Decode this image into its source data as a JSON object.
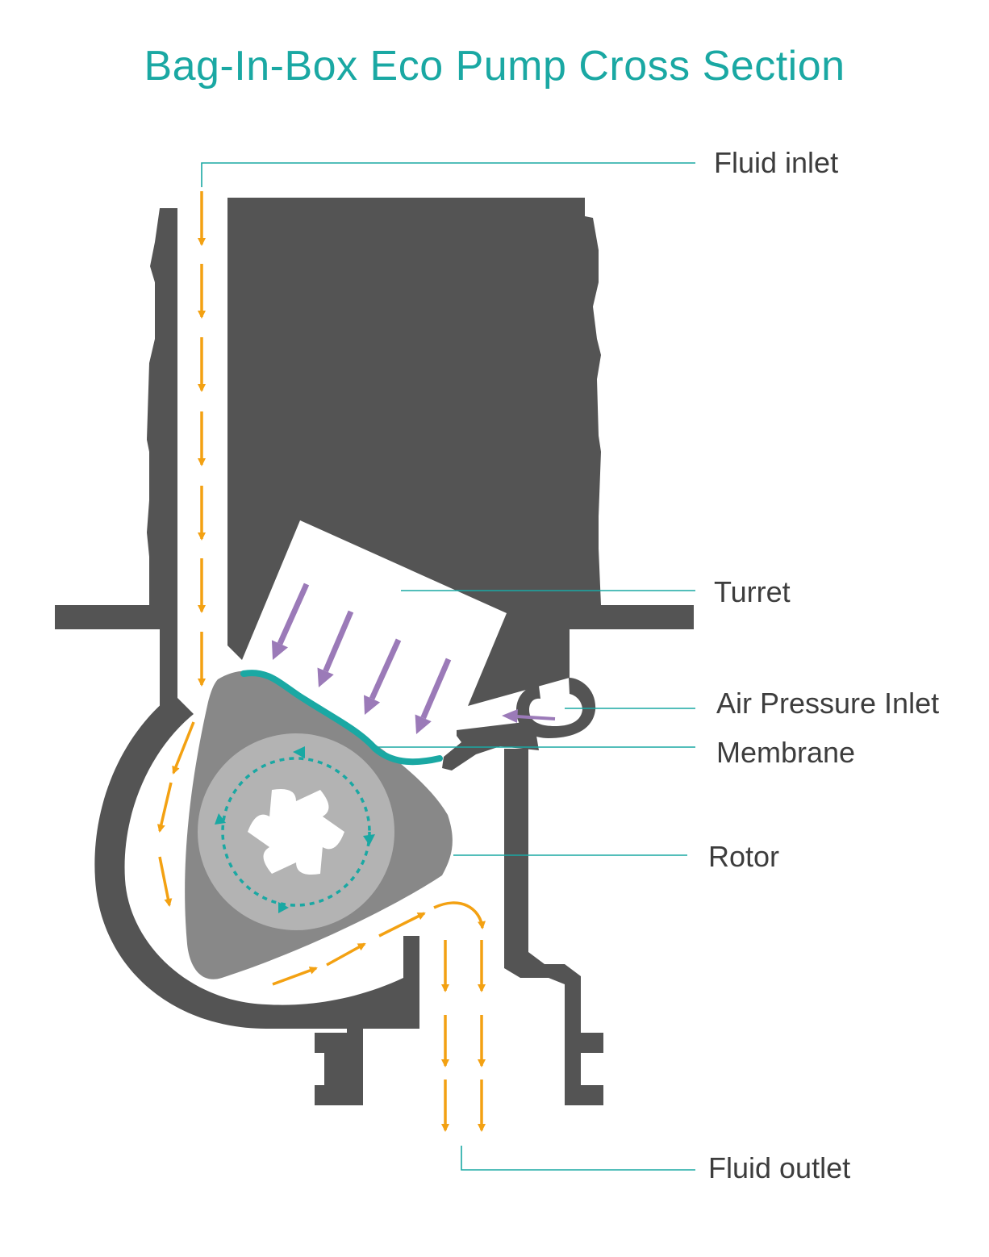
{
  "title": "Bag-In-Box Eco Pump Cross Section",
  "labels": {
    "fluid_inlet": "Fluid inlet",
    "turret": "Turret",
    "air_pressure_inlet": "Air Pressure Inlet",
    "membrane": "Membrane",
    "rotor": "Rotor",
    "fluid_outlet": "Fluid outlet"
  },
  "colors": {
    "title": "#1aa8a3",
    "leader_lines": "#1aa8a3",
    "housing": "#545454",
    "rotor": "#888888",
    "rotor_hub": "#b3b3b3",
    "fluid_flow": "#f3a112",
    "air_flow": "#9b7ab8",
    "membrane": "#1aa8a3"
  }
}
